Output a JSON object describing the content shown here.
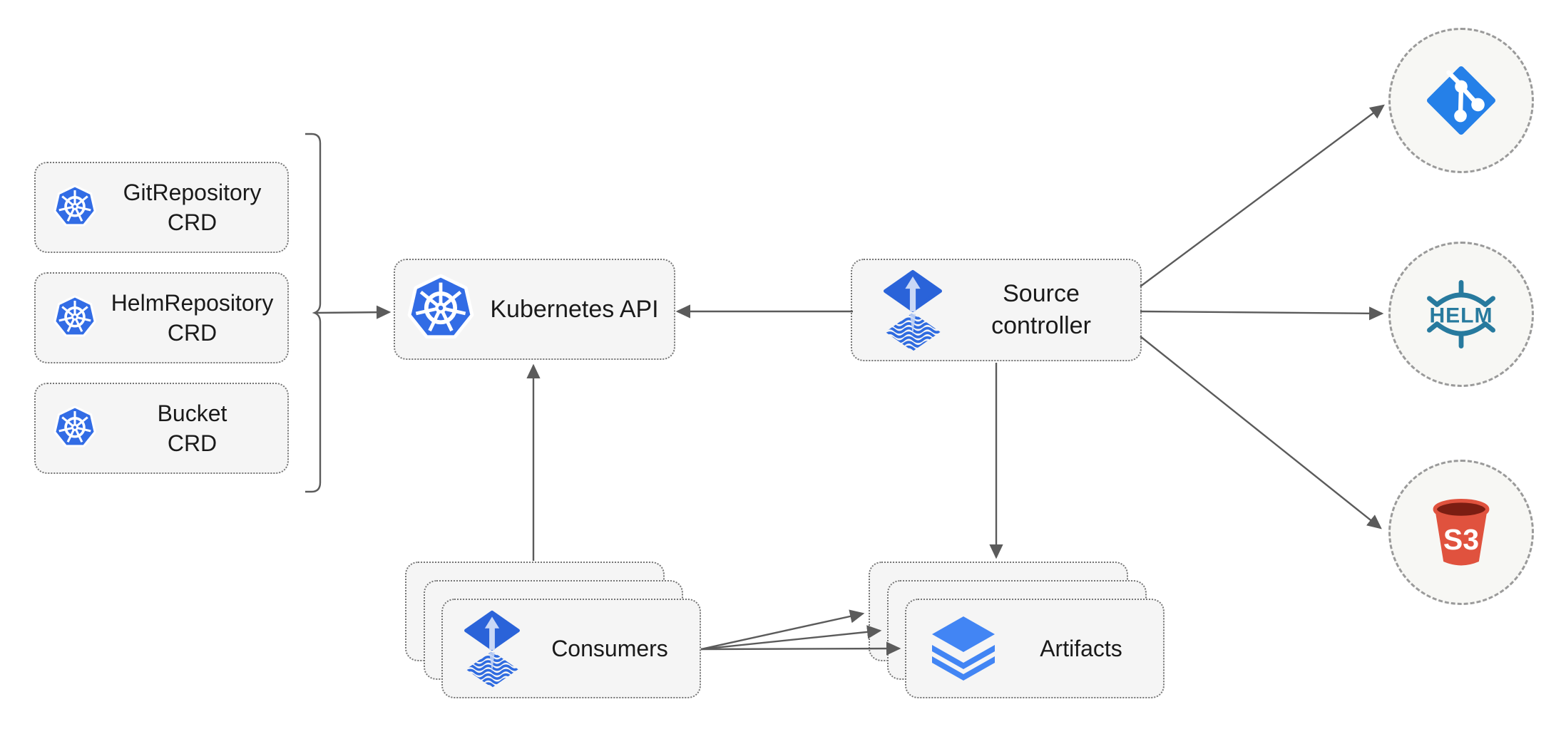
{
  "diagram": {
    "crd_boxes": [
      {
        "line1": "GitRepository",
        "line2": "CRD",
        "icon": "kubernetes-icon"
      },
      {
        "line1": "HelmRepository",
        "line2": "CRD",
        "icon": "kubernetes-icon"
      },
      {
        "line1": "Bucket",
        "line2": "CRD",
        "icon": "kubernetes-icon"
      }
    ],
    "kubernetes_api": {
      "label": "Kubernetes API",
      "icon": "kubernetes-icon"
    },
    "source_controller": {
      "line1": "Source",
      "line2": "controller",
      "icon": "flux-source-controller-icon"
    },
    "consumers": {
      "label": "Consumers",
      "icon": "flux-source-controller-icon",
      "stack_count": 3
    },
    "artifacts": {
      "label": "Artifacts",
      "icon": "artifact-layers-icon",
      "stack_count": 3
    },
    "external_endpoints": {
      "git": {
        "icon": "git-icon"
      },
      "helm": {
        "icon": "helm-icon",
        "label": "HELM"
      },
      "s3": {
        "icon": "s3-bucket-icon",
        "label": "S3"
      }
    },
    "edges": [
      {
        "from": "crd-group",
        "to": "kubernetes-api"
      },
      {
        "from": "source-controller",
        "to": "kubernetes-api"
      },
      {
        "from": "consumers",
        "to": "kubernetes-api"
      },
      {
        "from": "source-controller",
        "to": "artifacts"
      },
      {
        "from": "source-controller",
        "to": "git"
      },
      {
        "from": "source-controller",
        "to": "helm"
      },
      {
        "from": "source-controller",
        "to": "s3"
      },
      {
        "from": "consumers",
        "to": "artifacts-back-layer"
      },
      {
        "from": "consumers",
        "to": "artifacts-middle-layer"
      },
      {
        "from": "consumers",
        "to": "artifacts-front-layer"
      }
    ],
    "colors": {
      "kubernetes_blue": "#326CE5",
      "flux_blue": "#2A63D9",
      "flux_wave_blue": "#2F6BE0",
      "flux_arrow_light": "#C9D8F6",
      "git_blue": "#2580E8",
      "helm_teal": "#277A9E",
      "s3_red": "#E0523E",
      "s3_dark_red": "#7B1D12",
      "artifact_blue": "#4285F4",
      "box_fill": "#F5F5F5",
      "box_border": "#767676",
      "connector_gray": "#5B5B5B"
    }
  }
}
